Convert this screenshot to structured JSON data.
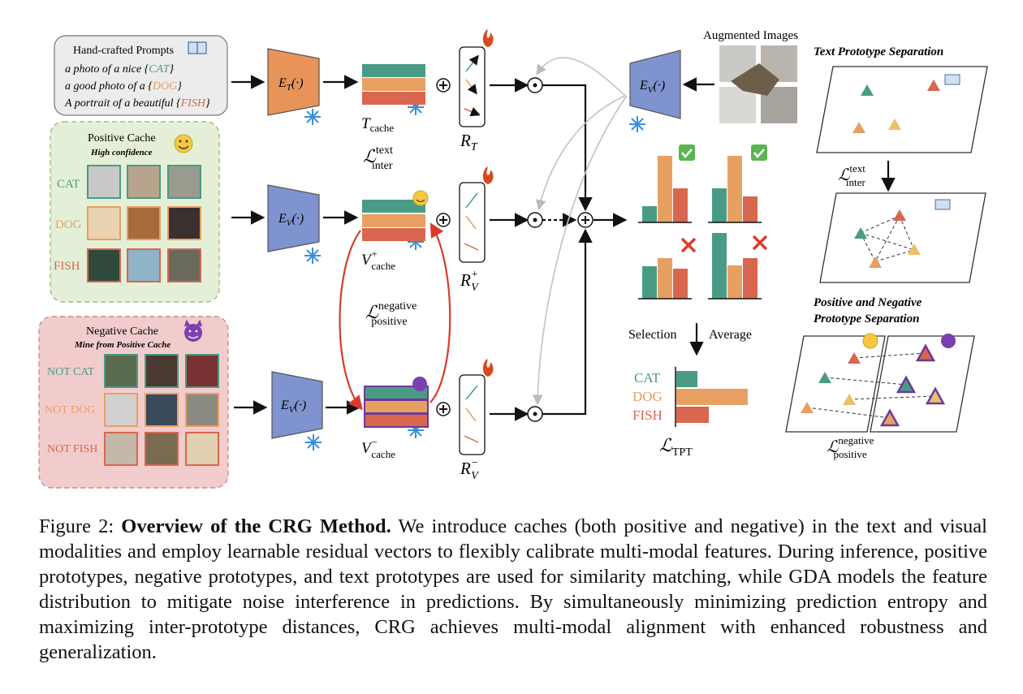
{
  "prompts": {
    "title": "Hand-crafted Prompts",
    "lines": [
      {
        "prefix": "a photo of a nice {",
        "cls": "CAT",
        "suffix": "}"
      },
      {
        "prefix": "a good photo of a {",
        "cls": "DOG",
        "suffix": "}"
      },
      {
        "prefix": "A portrait of a beautiful {",
        "cls": "FISH",
        "suffix": "}"
      }
    ]
  },
  "positive_cache": {
    "title": "Positive Cache",
    "subtitle": "High confidence",
    "rows": [
      "CAT",
      "DOG",
      "FISH"
    ]
  },
  "negative_cache": {
    "title": "Negative Cache",
    "subtitle": "Mine from Positive Cache",
    "rows": [
      "NOT CAT",
      "NOT DOG",
      "NOT FISH"
    ]
  },
  "encoders": {
    "text": "E",
    "text_sub": "T",
    "visual": "E",
    "visual_sub": "V",
    "arg": "(·)"
  },
  "caches": {
    "t_cache": "T",
    "t_cache_sub": "cache",
    "v_pos": "V",
    "v_pos_sup": "+",
    "v_pos_sub": "cache",
    "v_neg": "V",
    "v_neg_sup": "−",
    "v_neg_sub": "cache"
  },
  "residuals": {
    "rt": "R",
    "rt_sub": "T",
    "rv_pos": "R",
    "rv_pos_sub": "V",
    "rv_pos_sup": "+",
    "rv_neg": "R",
    "rv_neg_sub": "V",
    "rv_neg_sup": "−"
  },
  "losses": {
    "text_inter": {
      "main": "ℒ",
      "sup": "text",
      "sub": "inter"
    },
    "neg_pos": {
      "main": "ℒ",
      "sup": "negative",
      "sub": "positive"
    },
    "tpt": {
      "main": "ℒ",
      "sub": "TPT"
    }
  },
  "augmented_images": "Augmented Images",
  "selection": "Selection",
  "average": "Average",
  "result_classes": [
    "CAT",
    "DOG",
    "FISH"
  ],
  "result_values": [
    0.3,
    1.0,
    0.45
  ],
  "right_panel": {
    "title1": "Text Prototype Separation",
    "title2a": "Positive and Negative",
    "title2b": "Prototype Separation"
  },
  "colors": {
    "teal": "#4a9b85",
    "orange": "#e7a062",
    "red": "#d9664f",
    "yellow": "#e6c26a",
    "purple": "#6b3a9b",
    "encoder_t": "#e8935a",
    "encoder_v": "#7f93cf",
    "pos_bg": "#e4efd7",
    "neg_bg": "#f2cccc",
    "arrow_red": "#d93a2b"
  },
  "caption": {
    "label": "Figure 2: ",
    "bold": "Overview of the CRG Method.",
    "text": " We introduce caches (both positive and negative) in the text and visual modalities and employ learnable residual vectors to flexibly calibrate multi-modal features. During inference, positive prototypes, negative prototypes, and text prototypes are used for similarity matching, while GDA models the feature distribution to mitigate noise interference in predictions. By simultaneously minimizing prediction entropy and maximizing inter-prototype distances, CRG achieves multi-modal alignment with enhanced robustness and generalization."
  }
}
